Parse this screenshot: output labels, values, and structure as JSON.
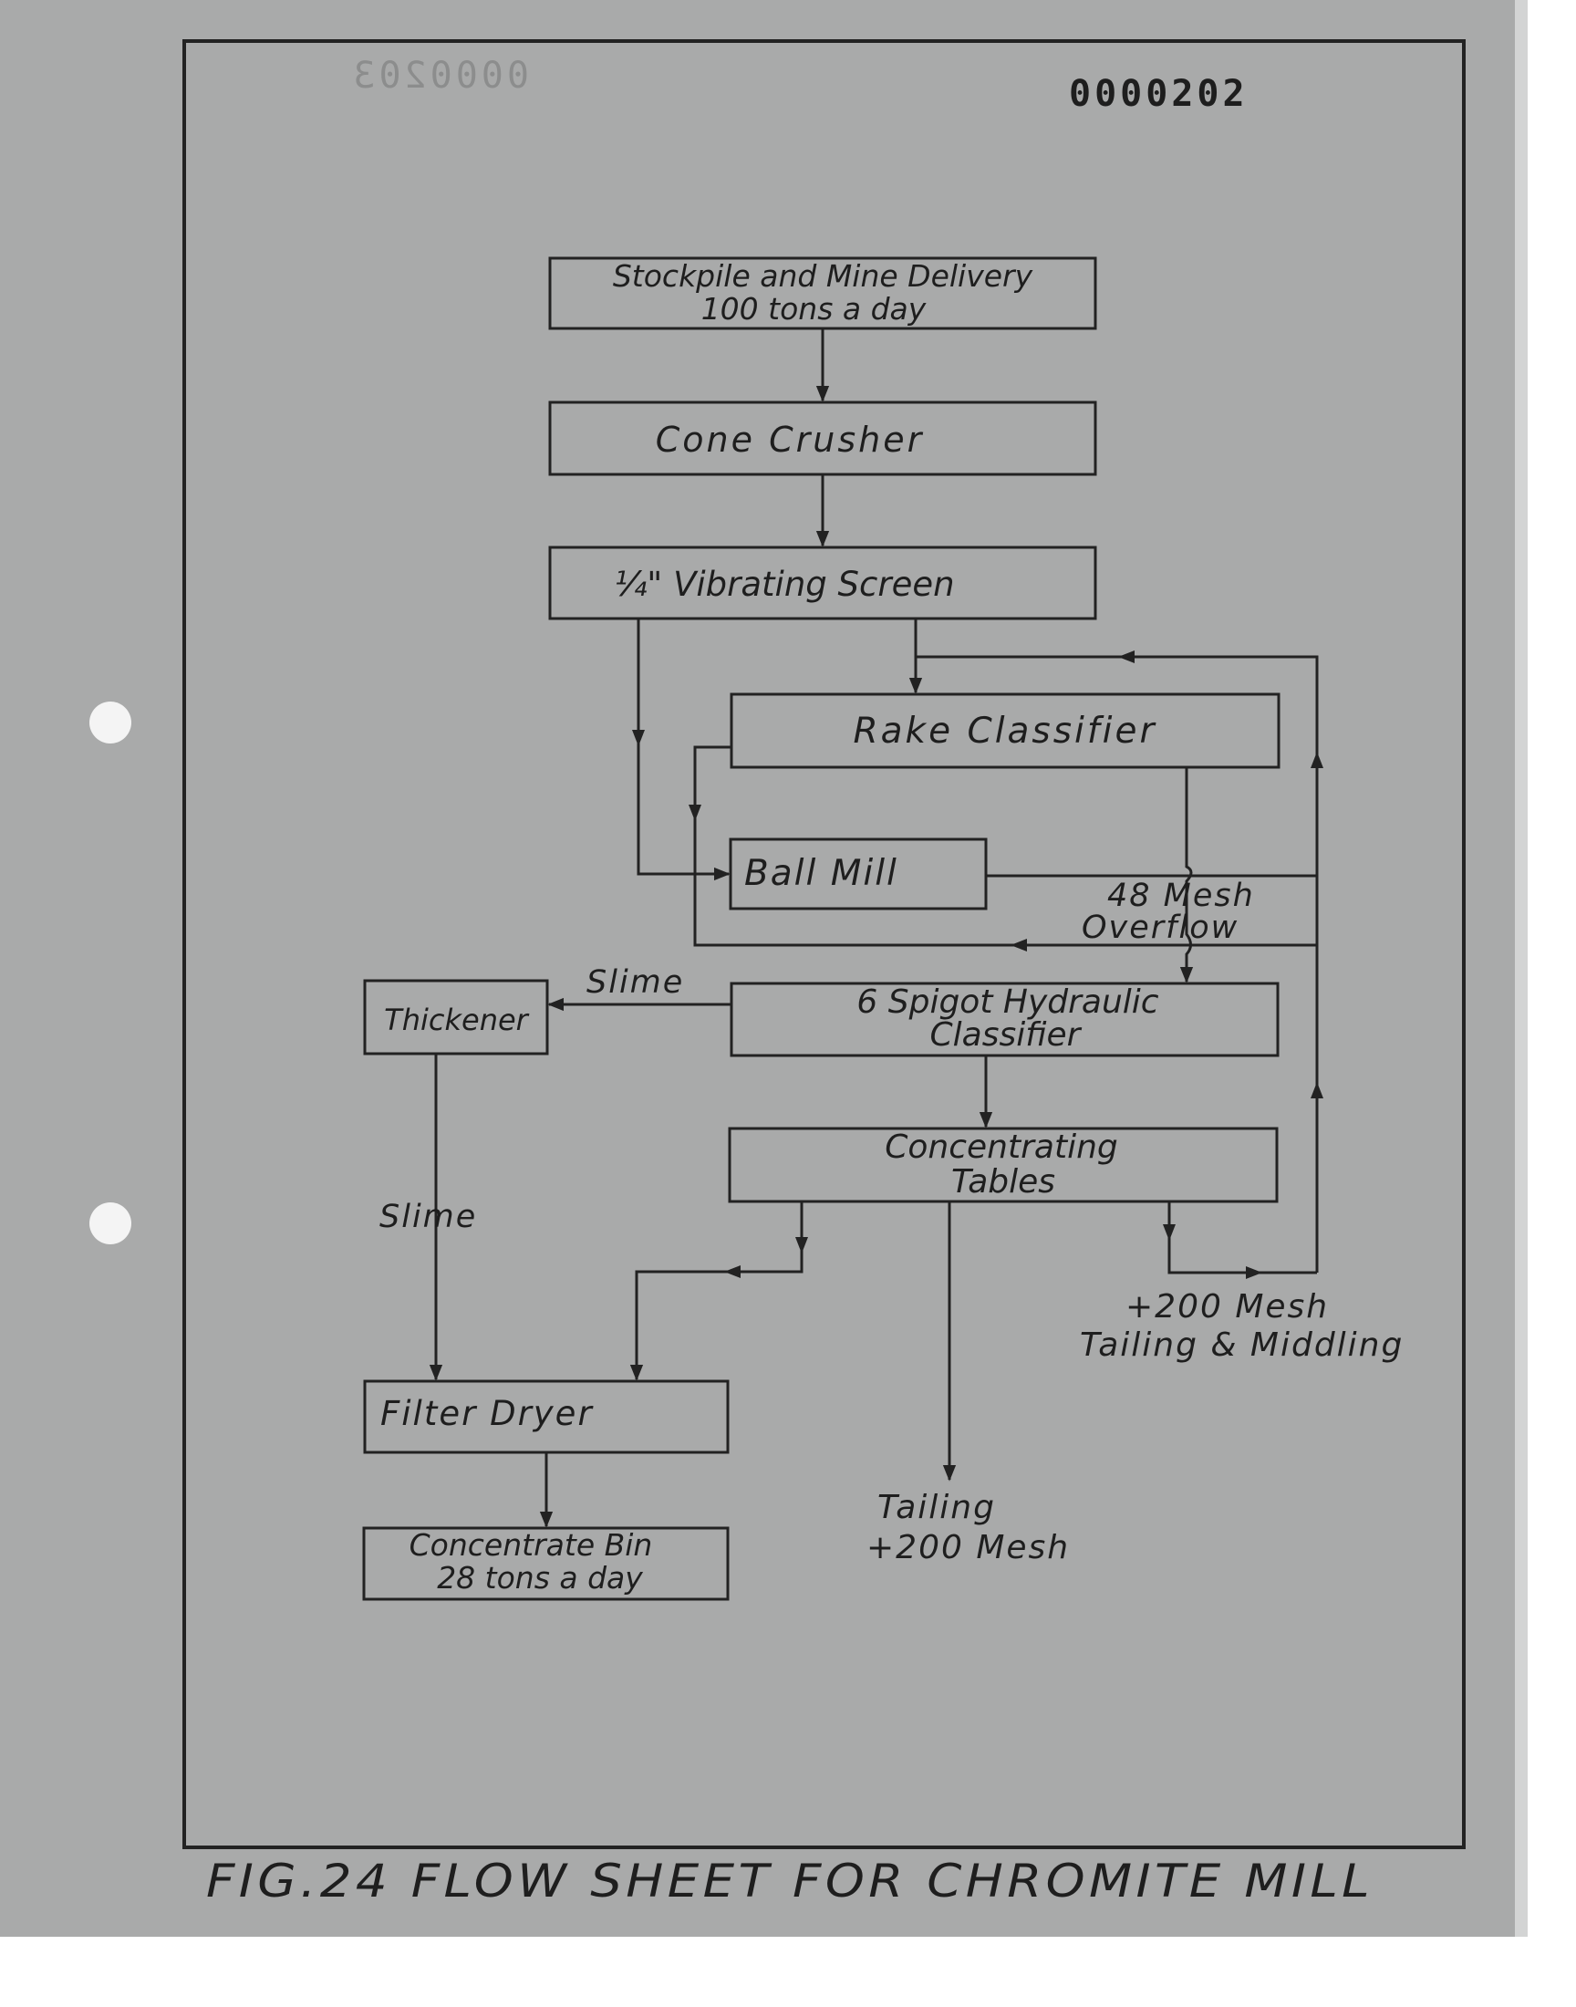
{
  "document": {
    "page_number": "0000202",
    "bleed_number": "0000203",
    "caption": "FIG.24 FLOW SHEET FOR CHROMITE MILL"
  },
  "nodes": {
    "stockpile": [
      "Stockpile and Mine Delivery",
      "100 tons a day"
    ],
    "cone_crusher": [
      "Cone Crusher"
    ],
    "vibrating_screen": [
      "¼\" Vibrating Screen"
    ],
    "rake_classifier": [
      "Rake Classifier"
    ],
    "ball_mill": [
      "Ball Mill"
    ],
    "hydraulic_classifier": [
      "6 Spigot Hydraulic",
      "Classifier"
    ],
    "thickener": [
      "Thickener"
    ],
    "concentrating_tables": [
      "Concentrating",
      "Tables"
    ],
    "filter_dryer": [
      "Filter Dryer"
    ],
    "concentrate_bin": [
      "Concentrate Bin",
      "28 tons a day"
    ]
  },
  "edge_labels": {
    "mesh_overflow": [
      "48 Mesh",
      "Overflow"
    ],
    "slime_top": "Slime",
    "slime_side": "Slime",
    "tailing_middling": [
      "+200 Mesh",
      "Tailing & Middling"
    ],
    "tailing": [
      "Tailing",
      "+200 Mesh"
    ]
  },
  "colors": {
    "paper": "#a9aaaa",
    "ink": "#222222"
  }
}
